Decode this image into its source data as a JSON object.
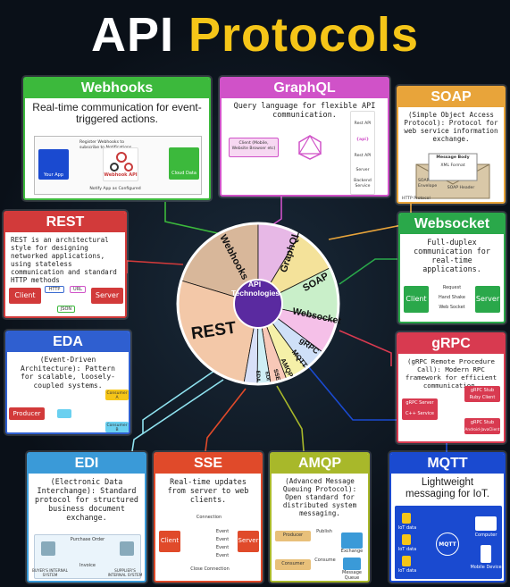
{
  "title": {
    "word1": "API",
    "word2": "Protocols"
  },
  "center": "API Technologies",
  "wheel": [
    "REST",
    "Webhooks",
    "GraphQL",
    "SOAP",
    "Websocket",
    "gRPC",
    "MQTT",
    "AMQP",
    "SSE",
    "EDI",
    "EDA"
  ],
  "webhooks": {
    "title": "Webhooks",
    "desc": "Real-time communication for event-triggered actions.",
    "register": "Register Webhooks to subscribe to Notifications",
    "your_app": "Your App",
    "webhook_api": "Webhook API",
    "cloud_data": "Cloud Data",
    "notify": "Notify App as Configured"
  },
  "graphql": {
    "title": "GraphQL",
    "desc": "Query language for flexible API communication.",
    "client": "Client (Mobile, Website Browser etc)",
    "rest_api": "Rest API",
    "api": "{api}",
    "rest_api2": "Rest API",
    "server": "Server",
    "backend": "Backend Service"
  },
  "soap": {
    "title": "SOAP",
    "desc": "(Simple Object Access Protocol): Protocol for web service information exchange.",
    "message_body": "Message Body",
    "xml_format": "XML Format",
    "soap_envelope": "SOAP Envelope",
    "soap_header": "SOAP Header",
    "http_protocol": "HTTP Protocol"
  },
  "rest": {
    "title": "REST",
    "desc": "REST is an architectural style for designing networked applications, using stateless communication and standard HTTP methods",
    "client": "Client",
    "http": "HTTP",
    "url": "URL",
    "server": "Server",
    "json": "JSON"
  },
  "websocket": {
    "title": "Websocket",
    "desc": "Full-duplex communication for real-time applications.",
    "client": "Client",
    "server": "Server",
    "request": "Request",
    "handshake": "Hand Shake",
    "websocket": "Web Socket"
  },
  "eda": {
    "title": "EDA",
    "desc": "(Event-Driven Architecture): Pattern for scalable, loosely-coupled systems.",
    "producer": "Producer",
    "consumer_a": "Consumer A",
    "consumer_b": "Consumer B"
  },
  "grpc": {
    "title": "gRPC",
    "desc": "(gRPC Remote Procedure Call): Modern RPC framework for efficient communication.",
    "server": "gRPC Server",
    "cpp": "C++ Service",
    "stub1": "gRPC Stub",
    "ruby": "Ruby Client",
    "stub2": "gRPC Stub",
    "android": "Android-JavaClient"
  },
  "edi": {
    "title": "EDI",
    "desc": "(Electronic Data Interchange): Standard protocol for structured business document exchange.",
    "purchase_order": "Purchase Order",
    "invoice": "Invoice",
    "buyer": "BUYER'S INTERNAL SYSTEM",
    "supplier": "SUPPLIER'S INTERNAL SYSTEM"
  },
  "sse": {
    "title": "SSE",
    "desc": "Real-time updates from server to web clients.",
    "client": "Client",
    "server": "Server",
    "connection": "Connection",
    "event1": "Event",
    "event2": "Event",
    "event3": "Event",
    "event4": "Event",
    "close": "Close Connection"
  },
  "amqp": {
    "title": "AMQP",
    "desc": "(Advanced Message Queuing Protocol): Open standard for distributed system messaging.",
    "producer": "Producer",
    "consumer": "Consumer",
    "publish": "Publish",
    "consume": "Consume",
    "exchange": "Exchange",
    "queue": "Message Queue"
  },
  "mqtt": {
    "title": "MQTT",
    "desc": "Lightweight messaging for IoT.",
    "iot1": "IoT data",
    "iot2": "IoT data",
    "iot3": "IoT data",
    "broker": "MQTT",
    "computer": "Computer",
    "mobile": "Mobile Device"
  },
  "colors": {
    "webhooks": "#3cb93c",
    "graphql": "#d052c8",
    "soap": "#e8a43a",
    "rest": "#d23a3a",
    "websocket": "#2aa84a",
    "eda": "#2f5fd0",
    "grpc": "#d83a50",
    "edi": "#3a9ad8",
    "sse": "#e04a2a",
    "amqp": "#a8b82a",
    "mqtt": "#1a4ad0"
  }
}
